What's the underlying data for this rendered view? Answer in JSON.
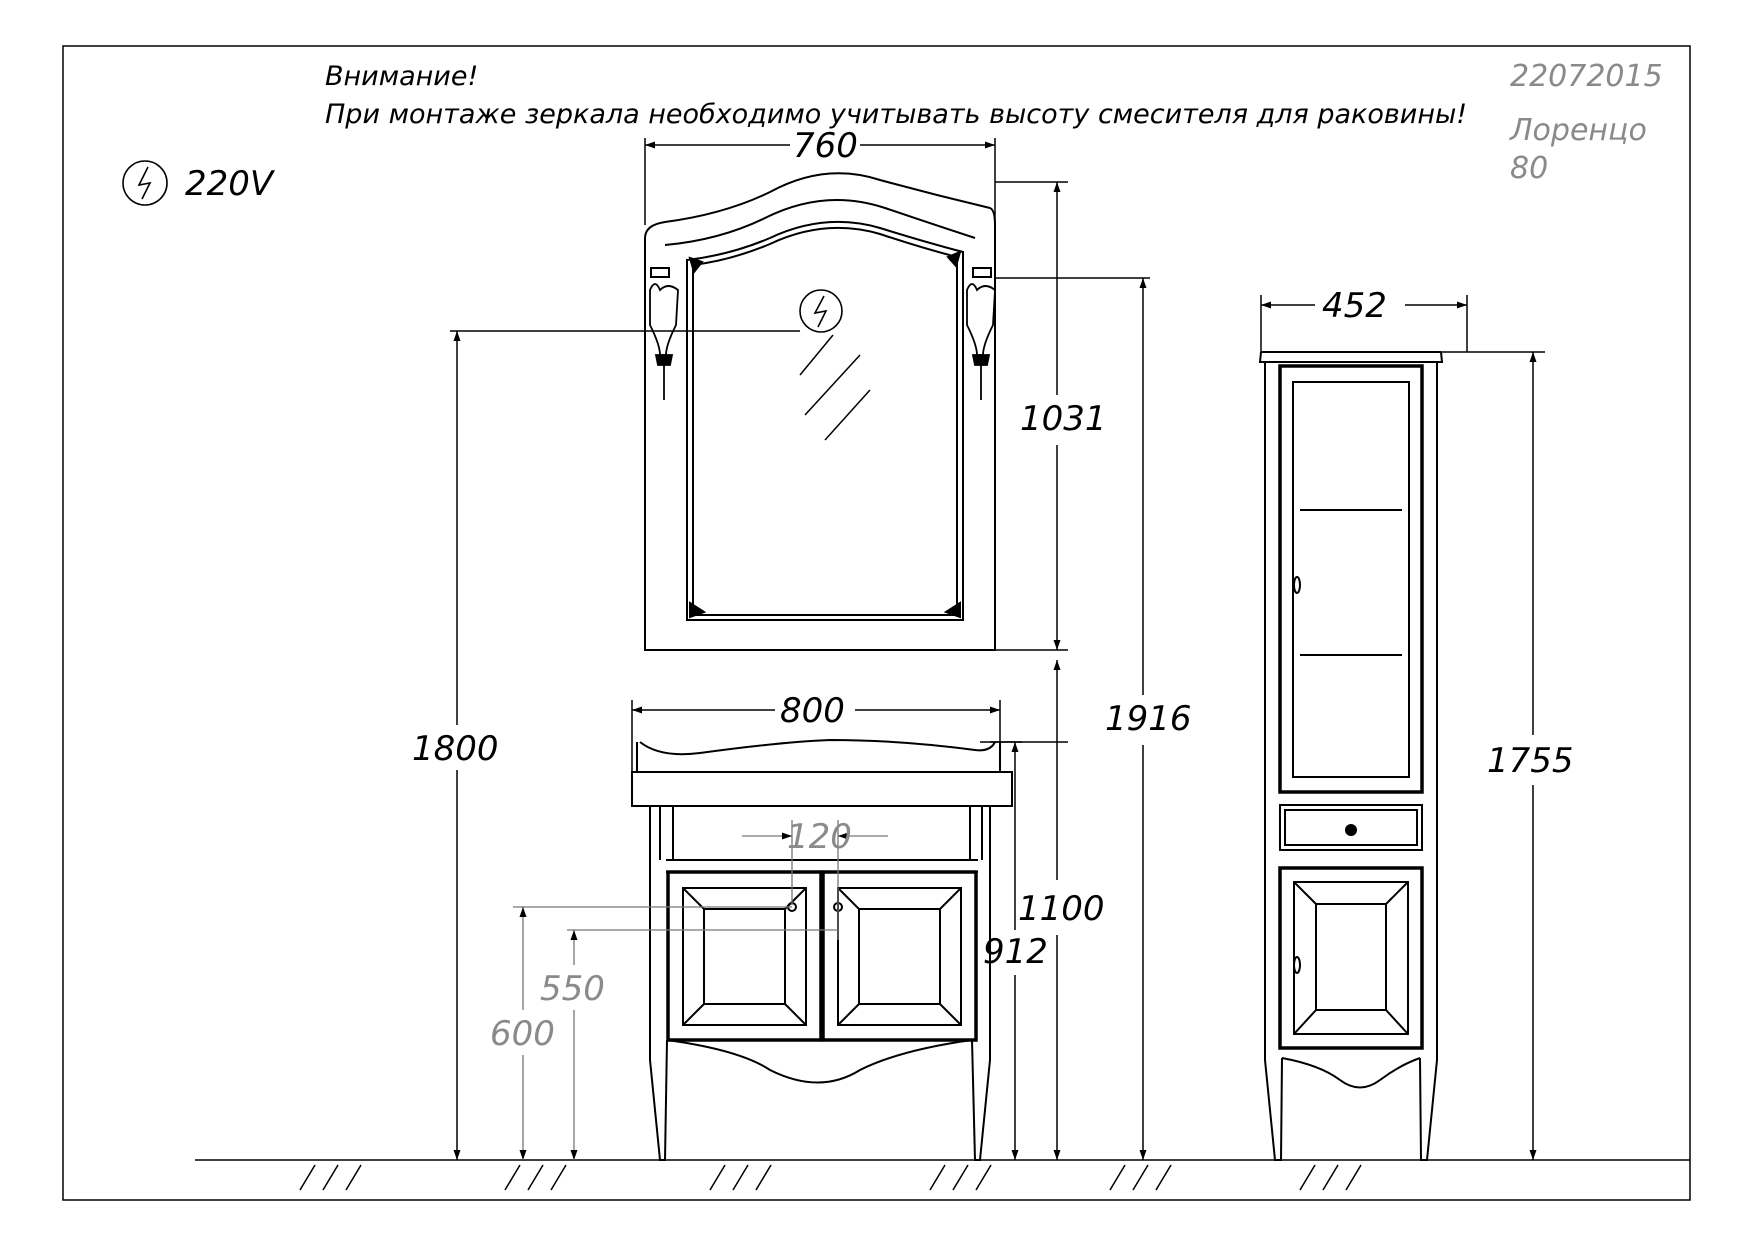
{
  "header": {
    "warning_title": "Внимание!",
    "warning_text": "При монтаже зеркала необходимо учитывать высоту смесителя для раковины!",
    "power_label": "220V",
    "doc_code": "22072015",
    "model_name": "Лоренцо",
    "model_size": "80"
  },
  "dimensions": {
    "mirror_width": "760",
    "mirror_height": "1031",
    "mirror_top_height": "1916",
    "outlet_height": "1800",
    "vanity_width": "800",
    "vanity_height": "1100",
    "vanity_body_height": "912",
    "tap_spacing": "120",
    "drain_height_550": "550",
    "drain_height_600": "600",
    "column_width": "452",
    "column_height": "1755"
  },
  "icons": [
    "power-outlet-icon",
    "mirror-glare-icon",
    "floor-hatch"
  ]
}
